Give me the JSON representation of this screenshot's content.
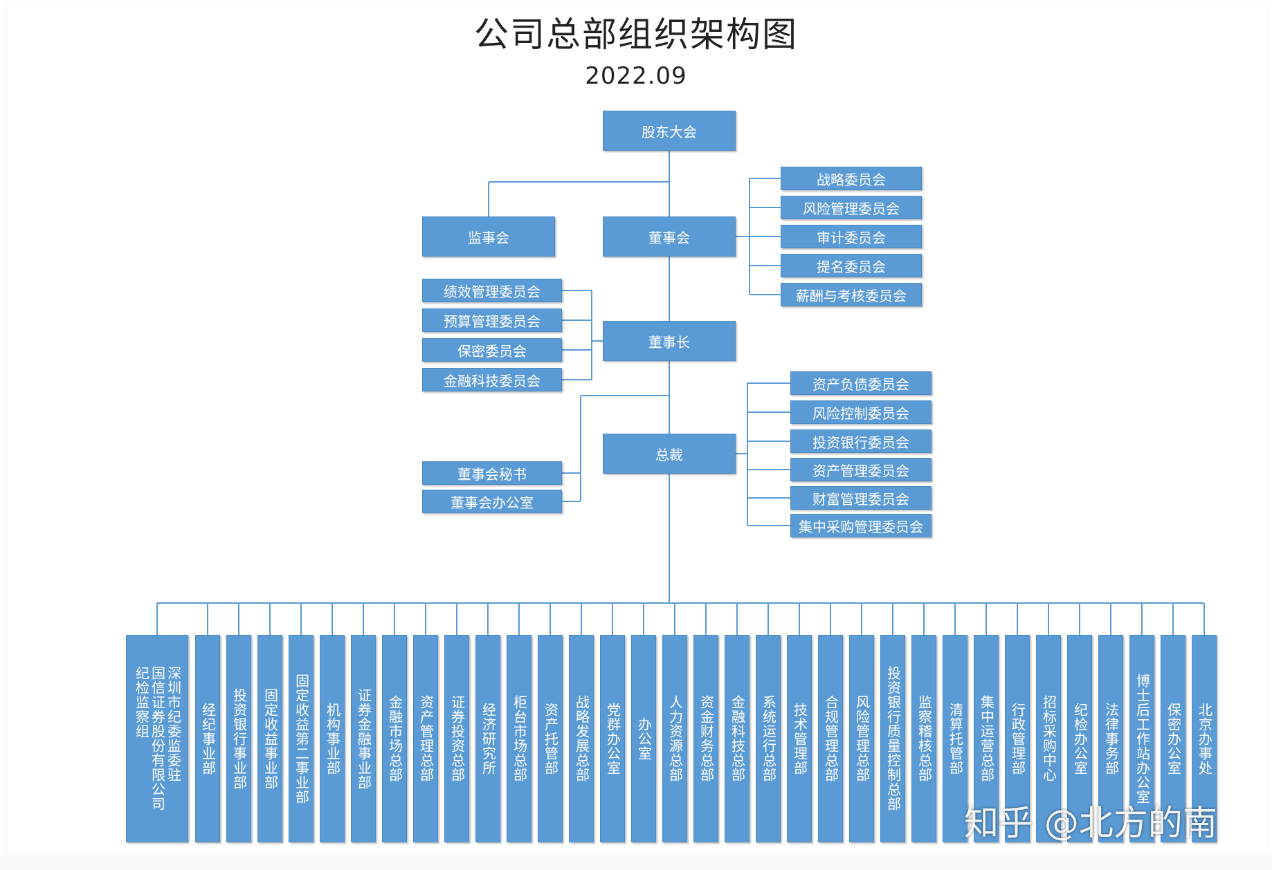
{
  "title": "公司总部组织架构图",
  "date": "2022.09",
  "colors": {
    "box": "#5b9bd5",
    "line": "#5b9bd5",
    "text": "#ffffff"
  },
  "nodes": {
    "shareholders": "股东大会",
    "supervisory_board": "监事会",
    "board": "董事会",
    "chairman": "董事长",
    "president": "总裁"
  },
  "board_committees": [
    "战略委员会",
    "风险管理委员会",
    "审计委员会",
    "提名委员会",
    "薪酬与考核委员会"
  ],
  "chairman_committees": [
    "绩效管理委员会",
    "预算管理委员会",
    "保密委员会",
    "金融科技委员会"
  ],
  "president_committees": [
    "资产负债委员会",
    "风险控制委员会",
    "投资银行委员会",
    "资产管理委员会",
    "财富管理委员会",
    "集中采购管理委员会"
  ],
  "board_office": [
    "董事会秘书",
    "董事会办公室"
  ],
  "departments": [
    {
      "name": "深圳市纪委监委驻国信证券股份有限公司纪检监察组",
      "columns": [
        "深圳市纪委监委驻",
        "国信证券股份有限公司",
        "纪检监察组"
      ]
    },
    {
      "name": "经纪事业部"
    },
    {
      "name": "投资银行事业部"
    },
    {
      "name": "固定收益事业部"
    },
    {
      "name": "固定收益第二事业部"
    },
    {
      "name": "机构事业部"
    },
    {
      "name": "证券金融事业部"
    },
    {
      "name": "金融市场总部"
    },
    {
      "name": "资产管理总部"
    },
    {
      "name": "证券投资总部"
    },
    {
      "name": "经济研究所"
    },
    {
      "name": "柜台市场总部"
    },
    {
      "name": "资产托管部"
    },
    {
      "name": "战略发展总部"
    },
    {
      "name": "党群办公室"
    },
    {
      "name": "办公室"
    },
    {
      "name": "人力资源总部"
    },
    {
      "name": "资金财务总部"
    },
    {
      "name": "金融科技总部"
    },
    {
      "name": "系统运行总部"
    },
    {
      "name": "技术管理部"
    },
    {
      "name": "合规管理总部"
    },
    {
      "name": "风险管理总部"
    },
    {
      "name": "投资银行质量控制总部"
    },
    {
      "name": "监察稽核总部"
    },
    {
      "name": "清算托管部"
    },
    {
      "name": "集中运营总部"
    },
    {
      "name": "行政管理部"
    },
    {
      "name": "招标采购中心"
    },
    {
      "name": "纪检办公室"
    },
    {
      "name": "法律事务部"
    },
    {
      "name": "博士后工作站办公室"
    },
    {
      "name": "保密办公室"
    },
    {
      "name": "北京办事处"
    }
  ],
  "watermark": "知乎 @北方的南"
}
